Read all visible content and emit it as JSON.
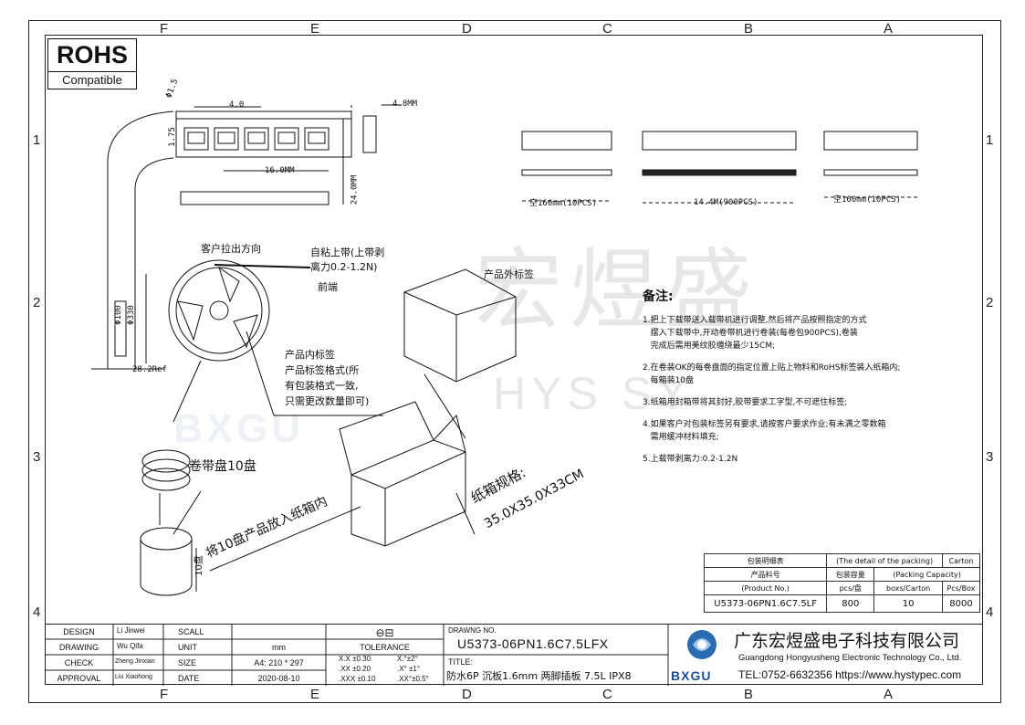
{
  "zones": {
    "top": [
      "F",
      "E",
      "D",
      "C",
      "B",
      "A"
    ],
    "side": [
      "1",
      "2",
      "3",
      "4"
    ]
  },
  "rohs": {
    "title": "ROHS",
    "subtitle": "Compatible"
  },
  "watermark": {
    "cn": "宏煜盛",
    "en": "HYS SY",
    "logo": "BXGU"
  },
  "dims": {
    "phi15": "Φ1.5",
    "d40": "4.0",
    "d48": "4.8MM",
    "d175": "1.75",
    "d160": "16.0MM",
    "d240": "24.0MM",
    "phi100": "Φ100",
    "phi330": "Φ330",
    "ref": "28.2Ref",
    "empty_left": "空160mm(10PCS)",
    "middle": "14.4M(900PCS)",
    "empty_right": "空160mm(10PCS)"
  },
  "labels": {
    "pull_dir": "客户拉出方向",
    "tape1": "自粘上带(上带剥",
    "tape2": "离力0.2-1.2N)",
    "front": "前端",
    "outer_label": "产品外标签",
    "inner1": "产品内标签",
    "inner2": "产品标签格式(所",
    "inner3": "有包装格式一致,",
    "inner4": "只需更改数量即可)",
    "reels": "卷带盘10盘",
    "put10": "将10盘产品放入纸箱内",
    "ten": "10盘",
    "carton1": "纸箱规格:",
    "carton2": "35.0X35.0X33CM"
  },
  "notes": {
    "heading": "备注:",
    "items": [
      "1.把上下载带送入载带机进行调整,然后将产品按照指定的方式\n   摆入下载带中,开动卷带机进行卷装(每卷包900PCS),卷装\n   完成后需用美纹胶缠绕最少15CM;",
      "2.在卷装OK的每卷盘面的指定位置上贴上物料和RoHS标签装入纸箱内;\n   每箱装10盘",
      "3.纸箱用封箱带将其封好,胶带要求工字型,不可遮住标签;",
      "4.如果客户对包装标签另有要求,请按客户要求作业;有未满之零数箱\n   需用缓冲材料填充;",
      "5.上载带剥离力:0.2-1.2N"
    ]
  },
  "packing": {
    "h1": "包装明细表",
    "h2": "(The detail of the packing)",
    "h3": "Carton",
    "product_cn": "产品料号",
    "product_en": "(Product No.)",
    "cap_cn": "包装容量",
    "cap_en": "(Packing Capacity)",
    "col1": "pcs/盘",
    "col2": "boxs/Carton",
    "col3": "Pcs/Box",
    "pn": "U5373-06PN1.6C7.5LF",
    "v1": "800",
    "v2": "10",
    "v3": "8000"
  },
  "title_block": {
    "rows": [
      {
        "label": "DESIGN",
        "name": "Li Jinwei",
        "field": "SCALL",
        "value": ""
      },
      {
        "label": "DRAWING",
        "name": "Wu Qifa",
        "field": "UNIT",
        "value": "mm"
      },
      {
        "label": "CHECK",
        "name": "Zheng Jinxian",
        "field": "SIZE",
        "value": "A4: 210 * 297"
      },
      {
        "label": "APPROVAL",
        "name": "Liu Xiaohong",
        "field": "DATE",
        "value": "2020-08-10"
      }
    ],
    "tolerance": "TOLERANCE",
    "tol_rows": [
      {
        "a": "X.X  ±0.30",
        "b": "X.°±2°"
      },
      {
        "a": ".XX  ±0.20",
        "b": ".X° ±1°"
      },
      {
        "a": ".XXX ±0.10",
        "b": ".XX°±0.5°"
      }
    ],
    "drawing_no_label": "DRAWNG NO.",
    "drawing_no": "U5373-06PN1.6C7.5LFX",
    "title_label": "TITLE:",
    "title": "防水6P 沉板1.6mm 两脚插板 7.5L IPX8",
    "company_cn": "广东宏煜盛电子科技有限公司",
    "company_en": "Guangdong Hongyusheng Electronic Technology Co., Ltd.",
    "contact": "TEL:0752-6632356  https://www.hystypec.com",
    "logo_text": "BXGU"
  }
}
